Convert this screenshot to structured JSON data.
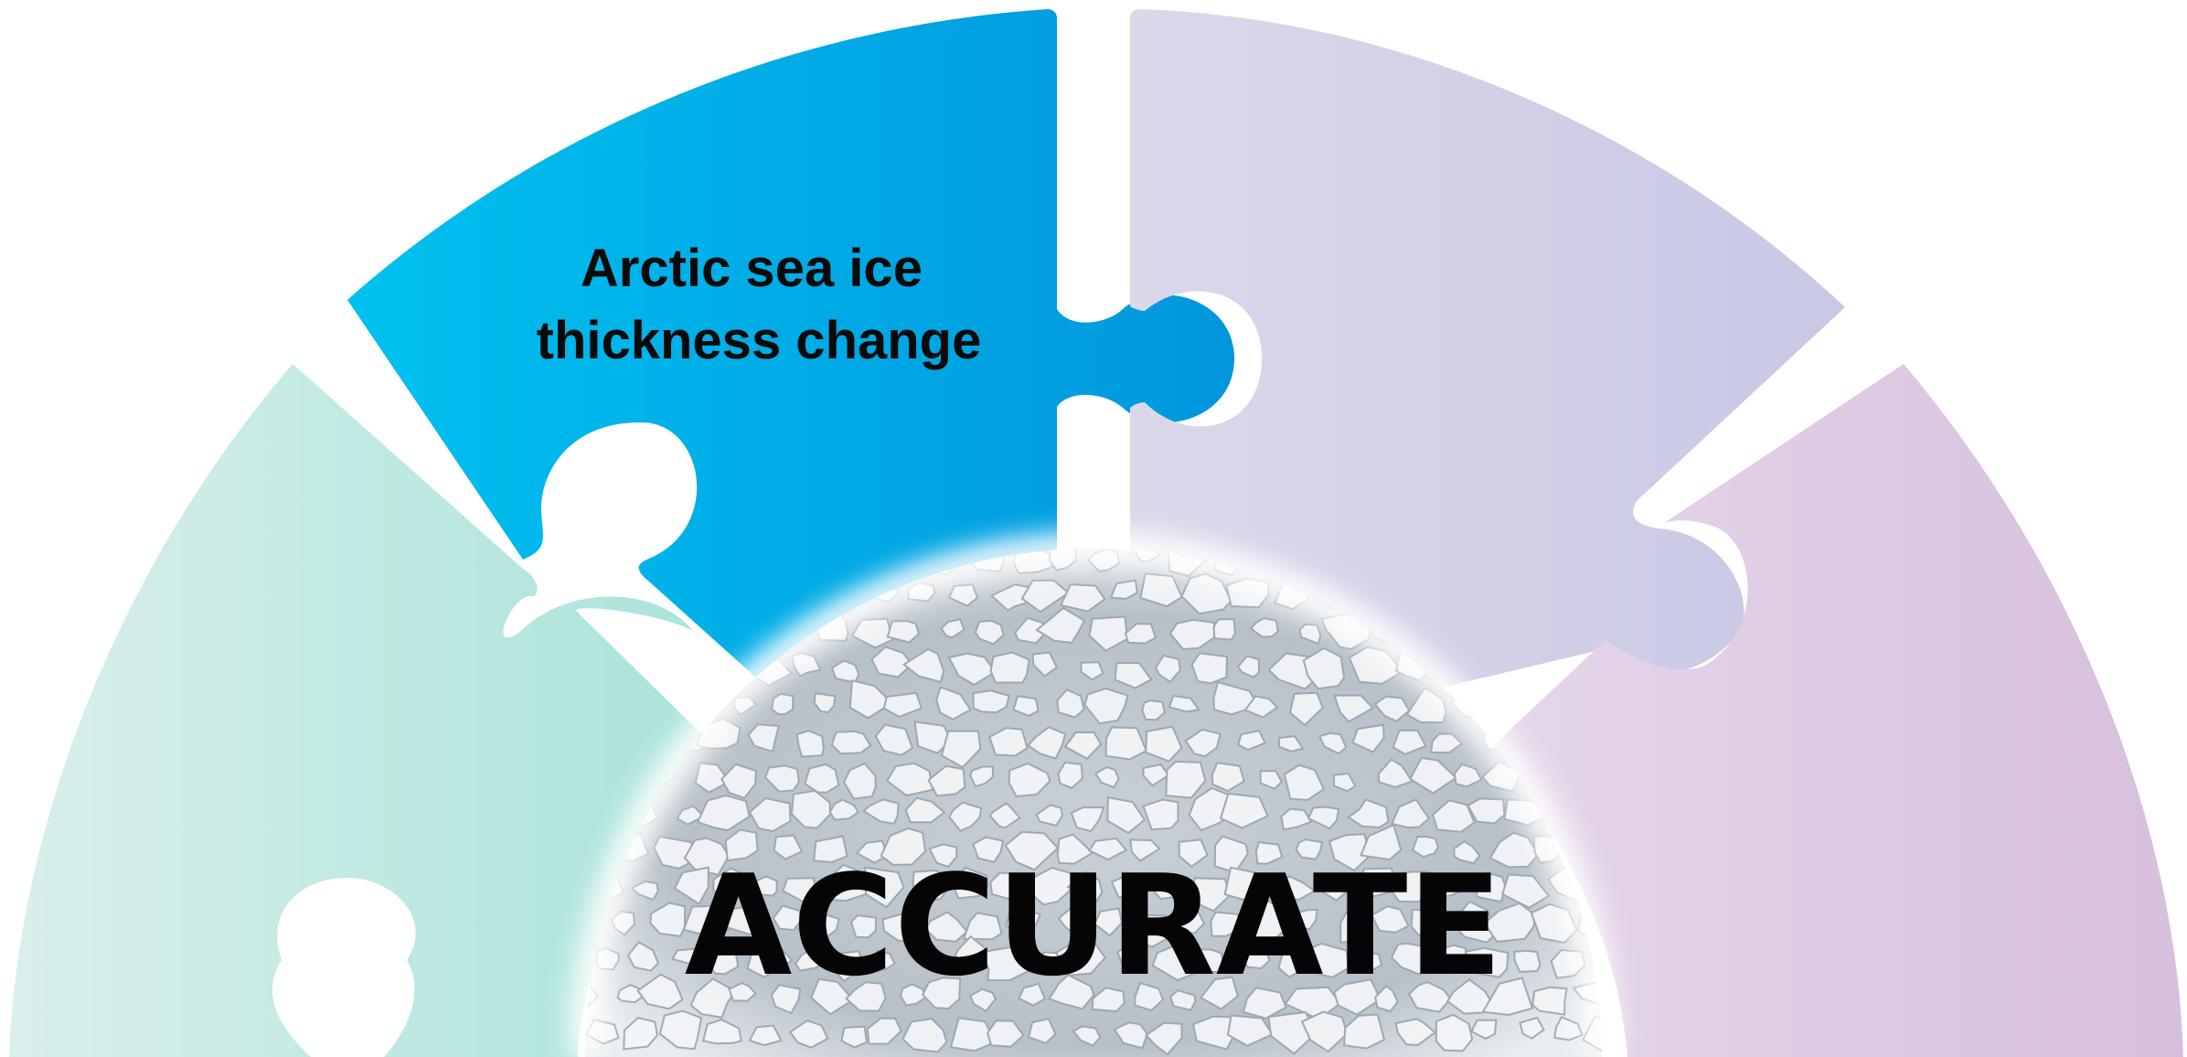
{
  "segments": [
    {
      "id": "left",
      "label_lines": [],
      "color_from": "#d9efec",
      "color_to": "#a9e3da"
    },
    {
      "id": "upper-left",
      "label_lines": [
        "Arctic sea ice",
        "thickness change"
      ],
      "color_from": "#00c1f0",
      "color_to": "#0096dc"
    },
    {
      "id": "upper-right",
      "label_lines": [],
      "color_from": "#dcd8ea",
      "color_to": "#c8c8e4"
    },
    {
      "id": "right",
      "label_lines": [],
      "color_from": "#e6d7ea",
      "color_to": "#d6bfdc"
    }
  ],
  "center": {
    "label": "ACCURATE",
    "image": "sea-ice-floes"
  }
}
